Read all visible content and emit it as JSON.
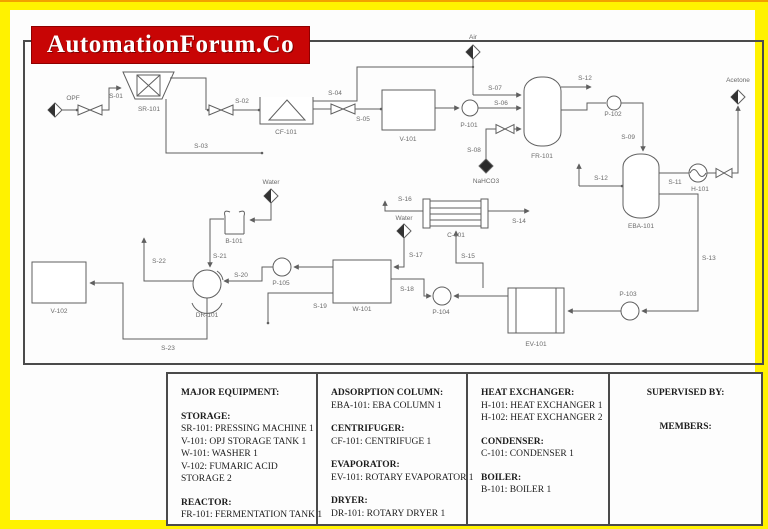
{
  "banner": {
    "title": "AutomationForum.Co"
  },
  "colors": {
    "frame": "#fff200",
    "banner_bg": "#c80505",
    "banner_text": "#ffffff",
    "line": "#5f5f5f"
  },
  "diagram": {
    "feeds": {
      "opf": "OPF",
      "air": "Air",
      "nahco3": "NaHCO3",
      "water": "Water",
      "acetone": "Acetone"
    },
    "streams": {
      "s01": "S-01",
      "s02": "S-02",
      "s03": "S-03",
      "s04": "S-04",
      "s05": "S-05",
      "s06": "S-06",
      "s07": "S-07",
      "s08": "S-08",
      "s09": "S-09",
      "s11": "S-11",
      "s12": "S-12",
      "s13": "S-13",
      "s14": "S-14",
      "s15": "S-15",
      "s16": "S-16",
      "s17": "S-17",
      "s18": "S-18",
      "s19": "S-19",
      "s20": "S-20",
      "s21": "S-21",
      "s22": "S-22",
      "s23": "S-23"
    },
    "equipment": {
      "sr101": "SR-101",
      "cf101": "CF-101",
      "v101": "V-101",
      "v102": "V-102",
      "p101": "P-101",
      "p102": "P-102",
      "p103": "P-103",
      "p104": "P-104",
      "p105": "P-105",
      "fr101": "FR-101",
      "eba101": "EBA-101",
      "h101": "H-101",
      "c101": "C-101",
      "ev101": "EV-101",
      "w101": "W-101",
      "dr101": "DR-101",
      "b101": "B-101"
    }
  },
  "legend": {
    "col1": {
      "h1": "MAJOR EQUIPMENT:",
      "h2": "STORAGE:",
      "i1": "SR-101: PRESSING MACHINE 1",
      "i2": "V-101: OPJ STORAGE TANK 1",
      "i3": "W-101: WASHER 1",
      "i4": "V-102: FUMARIC ACID",
      "i4b": "STORAGE 2",
      "h3": "REACTOR:",
      "i5": "FR-101: FERMENTATION TANK 1"
    },
    "col2": {
      "h1": "ADSORPTION COLUMN:",
      "i1": "EBA-101: EBA COLUMN 1",
      "h2": "CENTRIFUGER:",
      "i2": "CF-101: CENTRIFUGE 1",
      "h3": "EVAPORATOR:",
      "i3": "EV-101: ROTARY EVAPORATOR 1",
      "h4": "DRYER:",
      "i4": "DR-101: ROTARY DRYER 1"
    },
    "col3": {
      "h1": "HEAT EXCHANGER:",
      "i1": "H-101: HEAT EXCHANGER 1",
      "i2": "H-102: HEAT EXCHANGER 2",
      "h2": "CONDENSER:",
      "i3": "C-101: CONDENSER 1",
      "h3": "BOILER:",
      "i4": "B-101: BOILER 1"
    },
    "col4": {
      "h1": "SUPERVISED BY:",
      "h2": "MEMBERS:"
    }
  }
}
